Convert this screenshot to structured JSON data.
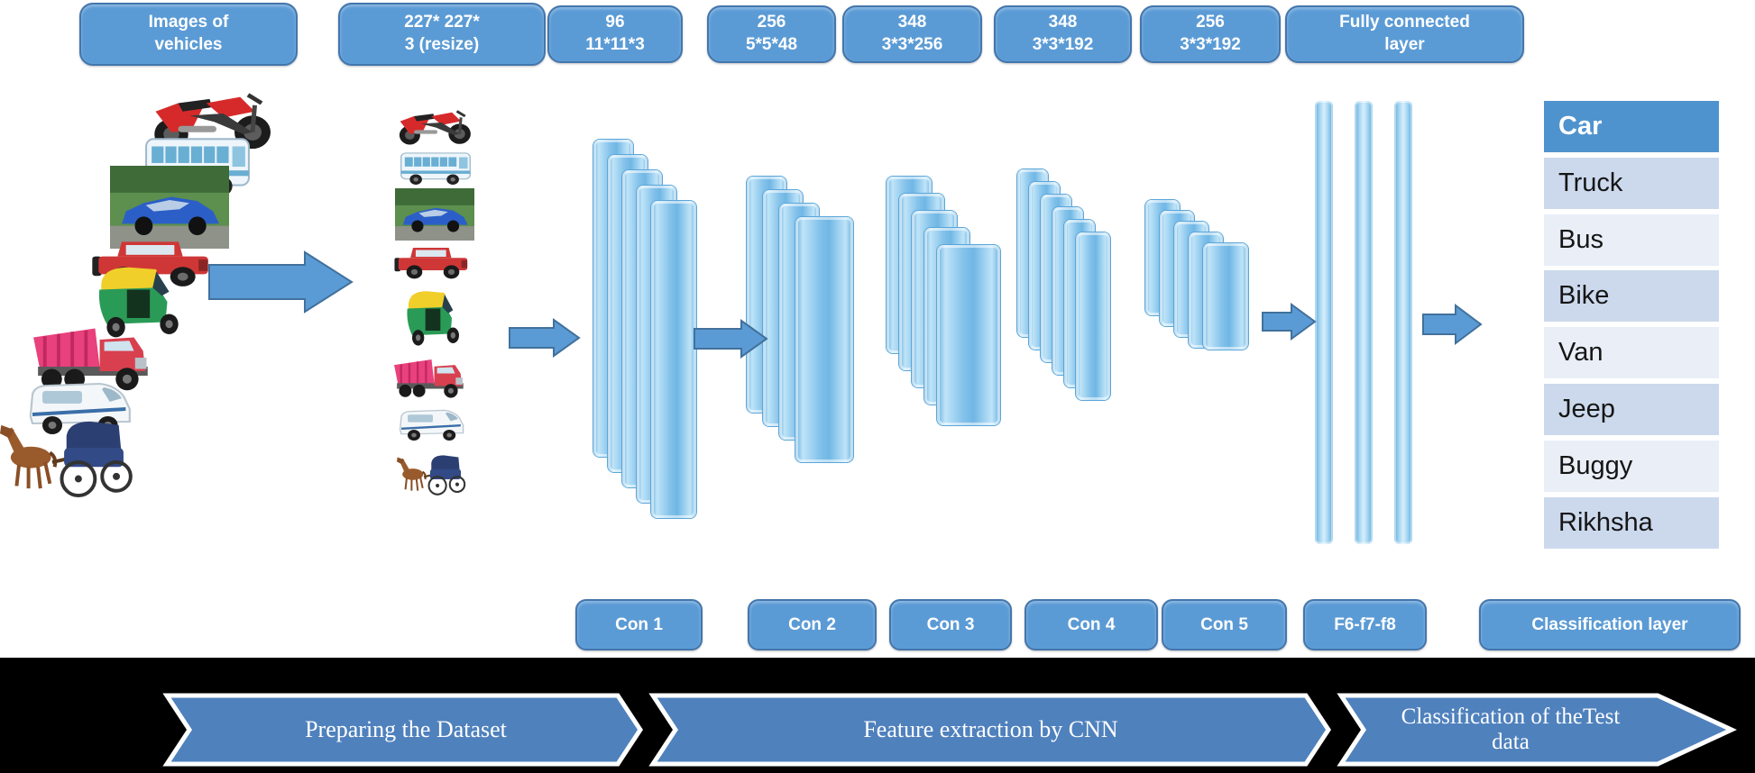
{
  "title": "CNN vehicle classification architecture diagram",
  "pipeline_boxes": [
    "Images of\nvehicles",
    "227* 227*\n3 (resize)",
    "96\n11*11*3",
    "256\n5*5*48",
    "348\n3*3*256",
    "348\n3*3*192",
    "256\n3*3*192",
    "Fully connected\nlayer"
  ],
  "layer_buttons": [
    "Con 1",
    "Con 2",
    "Con 3",
    "Con 4",
    "Con 5",
    "F6-f7-f8",
    "Classification layer"
  ],
  "classes": [
    "Car",
    "Truck",
    "Bus",
    "Bike",
    "Van",
    "Jeep",
    "Buggy",
    "Rikhsha"
  ],
  "stages": [
    "Preparing the Dataset",
    "Feature extraction by CNN",
    "Classification of theTest\ndata"
  ],
  "vehicles": [
    "motorcycle",
    "bus",
    "car",
    "jeep",
    "auto-rickshaw",
    "dump-truck",
    "van",
    "horse-cart"
  ],
  "feature_stacks": [
    {
      "name": "conv1",
      "maps": 5
    },
    {
      "name": "conv2",
      "maps": 4
    },
    {
      "name": "conv3",
      "maps": 5
    },
    {
      "name": "conv4",
      "maps": 6
    },
    {
      "name": "conv5",
      "maps": 5
    },
    {
      "name": "fully-connected",
      "maps": 3
    }
  ],
  "colors": {
    "accent": "#5b9bd5",
    "band_blue": "#4f81bd",
    "table_header_blue": "#4f93ce",
    "row_light": "#ccd9ed",
    "row_lighter": "#e9eef7",
    "slab_blue": "#7fc0e8",
    "bar_black": "#000000"
  }
}
